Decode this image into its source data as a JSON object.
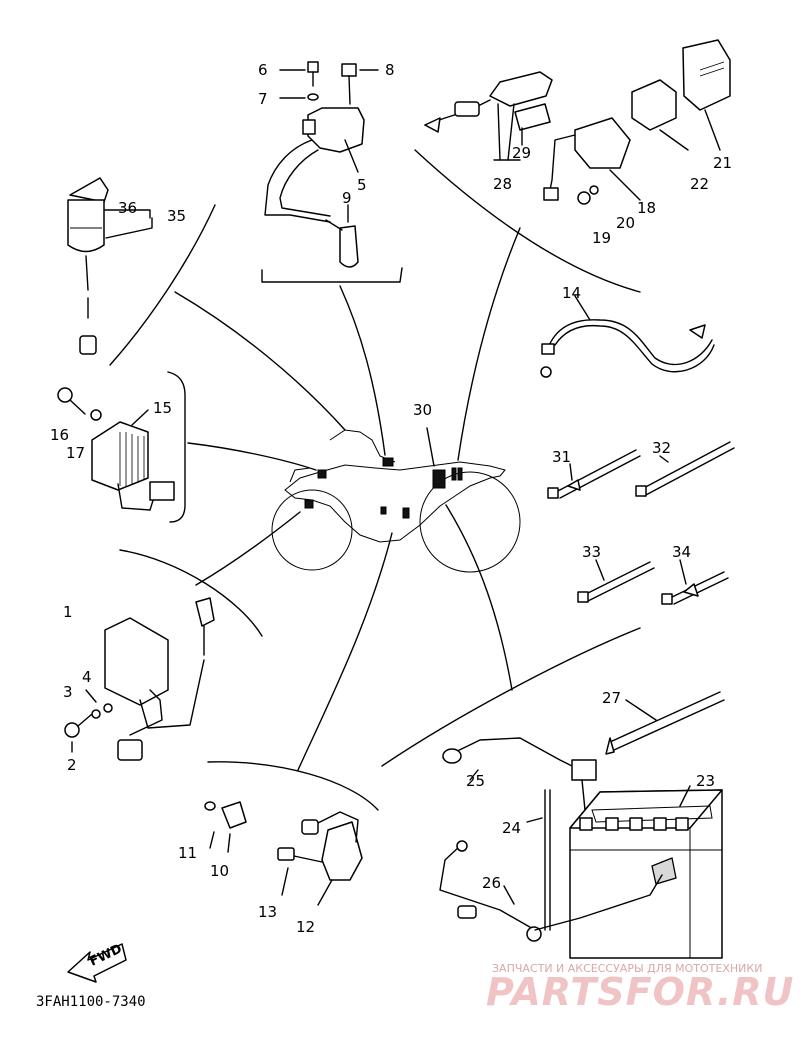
{
  "labels": {
    "p1": "1",
    "p2": "2",
    "p3": "3",
    "p4": "4",
    "p5": "5",
    "p6": "6",
    "p7": "7",
    "p8": "8",
    "p9": "9",
    "p10": "10",
    "p11": "11",
    "p12": "12",
    "p13": "13",
    "p14": "14",
    "p15": "15",
    "p16": "16",
    "p17": "17",
    "p18": "18",
    "p19": "19",
    "p20": "20",
    "p21": "21",
    "p22": "22",
    "p23": "23",
    "p24": "24",
    "p25": "25",
    "p26": "26",
    "p27": "27",
    "p28": "28",
    "p29": "29",
    "p30": "30",
    "p31": "31",
    "p32": "32",
    "p33": "33",
    "p34": "34",
    "p35": "35",
    "p36": "36"
  },
  "fwd_label": "FWD",
  "drawing_code": "3FAH1100-7340",
  "watermark": {
    "top_text": "ЗАПЧАСТИ И АКСЕССУАРЫ ДЛЯ МОТОТЕХНИКИ",
    "logo_text": "PARTSFOR.RU"
  }
}
